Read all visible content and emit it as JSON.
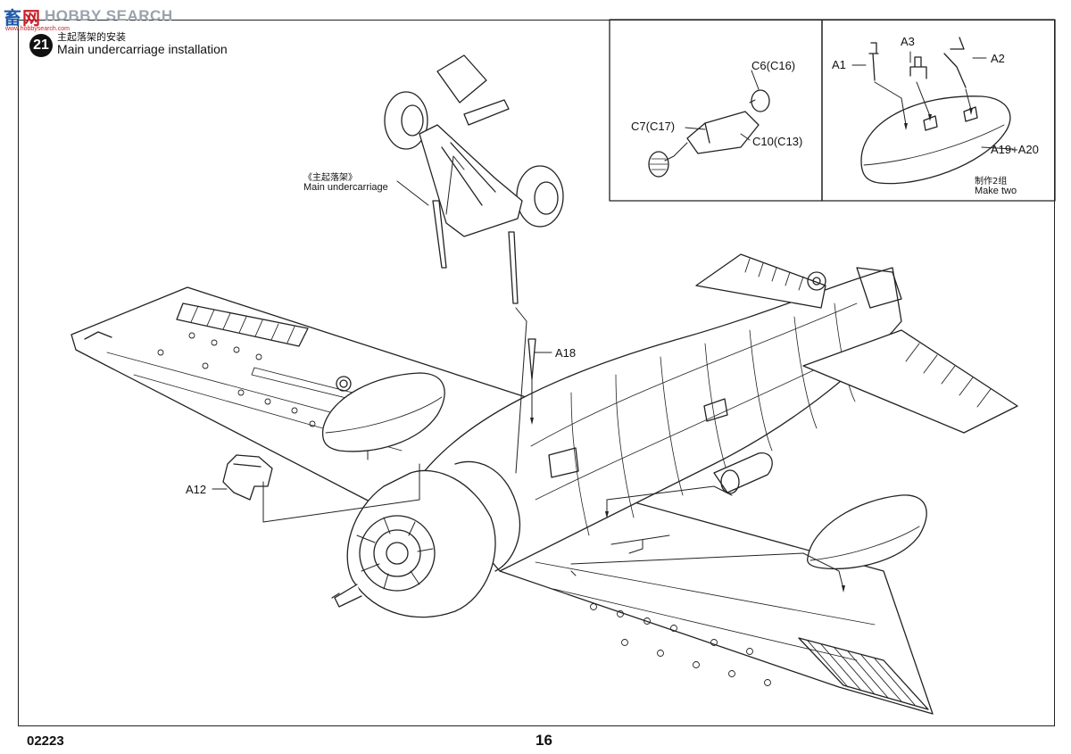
{
  "watermark": {
    "logo_a": "畜",
    "logo_b": "网",
    "text": "HOBBY SEARCH",
    "url": "www.hobbysearch.com"
  },
  "step": {
    "number": "21",
    "title_cn": "主起落架的安装",
    "title_en": "Main undercarriage installation"
  },
  "callouts": {
    "main_undercarriage_cn": "《主起落架》",
    "main_undercarriage_en": "Main undercarriage",
    "c6": "C6(C16)",
    "c7": "C7(C17)",
    "c10": "C10(C13)",
    "a1": "A1",
    "a2": "A2",
    "a3": "A3",
    "a19": "A19+A20",
    "make_two_cn": "制作2组",
    "make_two_en": "Make two",
    "a18": "A18",
    "a12": "A12"
  },
  "footer": {
    "code": "02223",
    "page": "16"
  }
}
